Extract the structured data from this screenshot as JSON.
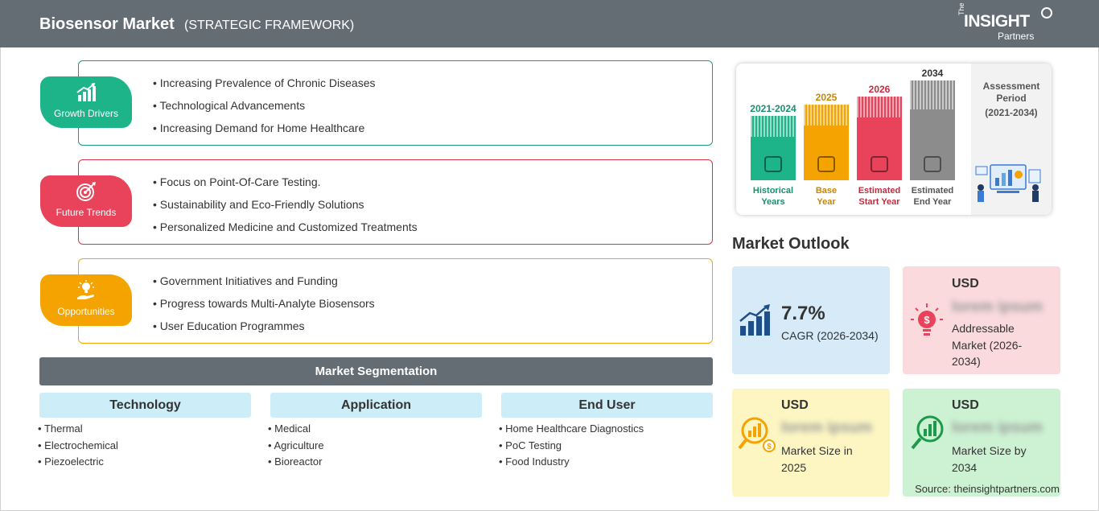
{
  "header": {
    "title": "Biosensor Market",
    "subtitle": "(STRATEGIC FRAMEWORK)",
    "logo": {
      "the": "The",
      "insight": "INSIGHT",
      "partners": "Partners"
    }
  },
  "framework": {
    "growth_drivers": {
      "label": "Growth Drivers",
      "color": "#1db48a",
      "items": [
        "Increasing Prevalence of Chronic Diseases",
        "Technological Advancements",
        "Increasing Demand for Home Healthcare"
      ]
    },
    "future_trends": {
      "label": "Future Trends",
      "color": "#e8435a",
      "items": [
        "Focus on Point-Of-Care Testing.",
        "Sustainability and Eco-Friendly Solutions",
        "Personalized Medicine and Customized Treatments"
      ]
    },
    "opportunities": {
      "label": "Opportunities",
      "color": "#f5a300",
      "items": [
        "Government Initiatives and Funding",
        "Progress towards Multi-Analyte Biosensors",
        "User Education Programmes"
      ]
    }
  },
  "segmentation": {
    "title": "Market Segmentation",
    "technology": {
      "title": "Technology",
      "items": [
        "Thermal",
        "Electrochemical",
        "Piezoelectric"
      ]
    },
    "application": {
      "title": "Application",
      "items": [
        "Medical",
        "Agriculture",
        "Bioreactor"
      ]
    },
    "end_user": {
      "title": "End User",
      "items": [
        "Home Healthcare Diagnostics",
        "PoC Testing",
        "Food Industry"
      ]
    }
  },
  "timeline": {
    "historical": {
      "year": "2021-2024",
      "caption_1": "Historical",
      "caption_2": "Years",
      "color": "#1db48a"
    },
    "base": {
      "year": "2025",
      "caption_1": "Base",
      "caption_2": "Year",
      "color": "#f5a300"
    },
    "start": {
      "year": "2026",
      "caption_1": "Estimated",
      "caption_2": "Start Year",
      "color": "#e8435a"
    },
    "end": {
      "year": "2034",
      "caption_1": "Estimated",
      "caption_2": "End Year",
      "color": "#8c8c8c"
    },
    "assessment_title": "Assessment Period",
    "assessment_period": "(2021-2034)"
  },
  "outlook": {
    "title": "Market Outlook",
    "cagr": {
      "value": "7.7%",
      "label": "CAGR (2026-2034)",
      "bg": "#d6eaf8"
    },
    "addressable": {
      "currency": "USD",
      "value": "lorem ipsum",
      "label": "Addressable Market (2026-2034)",
      "bg": "#fadadd"
    },
    "size_2025": {
      "currency": "USD",
      "value": "lorem ipsum",
      "label": "Market Size in 2025",
      "bg": "#fdf6c3"
    },
    "size_2034": {
      "currency": "USD",
      "value": "lorem ipsum",
      "label": "Market Size by 2034",
      "bg": "#cdf2d3"
    }
  },
  "source": "Source: theinsightpartners.com"
}
